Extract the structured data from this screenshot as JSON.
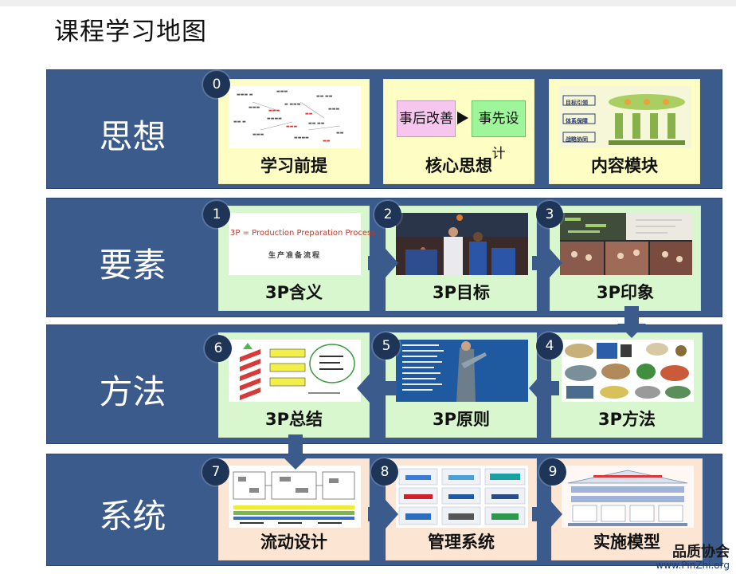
{
  "title": "课程学习地图",
  "bands": [
    {
      "label": "思想"
    },
    {
      "label": "要素"
    },
    {
      "label": "方法"
    },
    {
      "label": "系统"
    }
  ],
  "cards": [
    {
      "label": "学习前提"
    },
    {
      "label": "核心思想"
    },
    {
      "label": "内容模块"
    },
    {
      "label": "3P含义"
    },
    {
      "label": "3P目标"
    },
    {
      "label": "3P印象"
    },
    {
      "label": "3P方法"
    },
    {
      "label": "3P原则"
    },
    {
      "label": "3P总结"
    },
    {
      "label": "流动设计"
    },
    {
      "label": "管理系统"
    },
    {
      "label": "实施模型"
    }
  ],
  "badges": [
    "0",
    "1",
    "2",
    "3",
    "4",
    "5",
    "6",
    "7",
    "8",
    "9"
  ],
  "thumbnails": {
    "core_idea": {
      "left": "事后改善",
      "right": "事先设计"
    },
    "modules": {
      "row1": "目标引领",
      "row2": "体系保障",
      "row3": "战略协同"
    },
    "meaning": {
      "line1": "3P = Production Preparation Process",
      "line2": "生产准备流程"
    }
  },
  "watermark": {
    "title": "品质协会",
    "url": "www.PinZhi.org"
  },
  "colors": {
    "band": "#3b5b8c",
    "badge": "#1e3558",
    "arrow": "#3b5b8c",
    "card_yellow": "#fefdc3",
    "card_green": "#d9f7ce",
    "card_peach": "#fce5d3"
  }
}
